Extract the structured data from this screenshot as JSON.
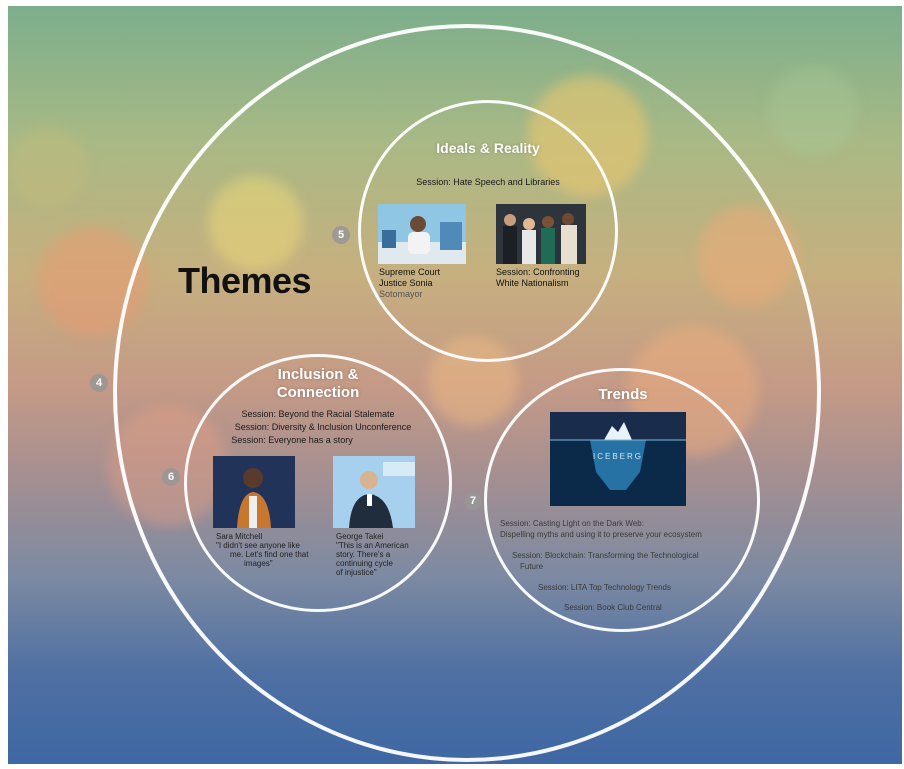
{
  "main": {
    "title": "Themes"
  },
  "steps": {
    "outer": "4",
    "ideals": "5",
    "inclusion": "6",
    "trends": "7"
  },
  "ideals": {
    "title": "Ideals & Reality",
    "session": "Session: Hate Speech and Libraries",
    "left_caption": [
      "Supreme Court",
      "Justice Sonia",
      "Sotomayor"
    ],
    "right_caption": [
      "Session: Confronting",
      "White Nationalism"
    ]
  },
  "inclusion": {
    "title_line1": "Inclusion &",
    "title_line2": "Connection",
    "sessions": [
      "Session: Beyond the Racial Stalemate",
      "Session: Diversity & Inclusion Unconference",
      "Session: Everyone has a story"
    ],
    "left_caption": [
      "Sara Mitchell",
      "\"I didn't see anyone like",
      "me. Let's find one that",
      "images\""
    ],
    "right_caption": [
      "George Takei",
      "\"This is an American",
      "story. There's a",
      "continuing cycle",
      "of injustice\""
    ]
  },
  "trends": {
    "title": "Trends",
    "image_text": "ICEBERG",
    "sessions": [
      "Session: Casting Light on the Dark Web:",
      "Dispelling myths and using it to preserve your ecosystem",
      "Session: Blockchain: Transforming the Technological",
      "Future",
      "Session: LITA Top Technology Trends",
      "Session: Book Club Central"
    ]
  },
  "colors": {
    "ring": "#ffffff",
    "title_text": "#111111",
    "bg_top": "#7cae8c",
    "bg_bottom": "#3e67a3"
  }
}
